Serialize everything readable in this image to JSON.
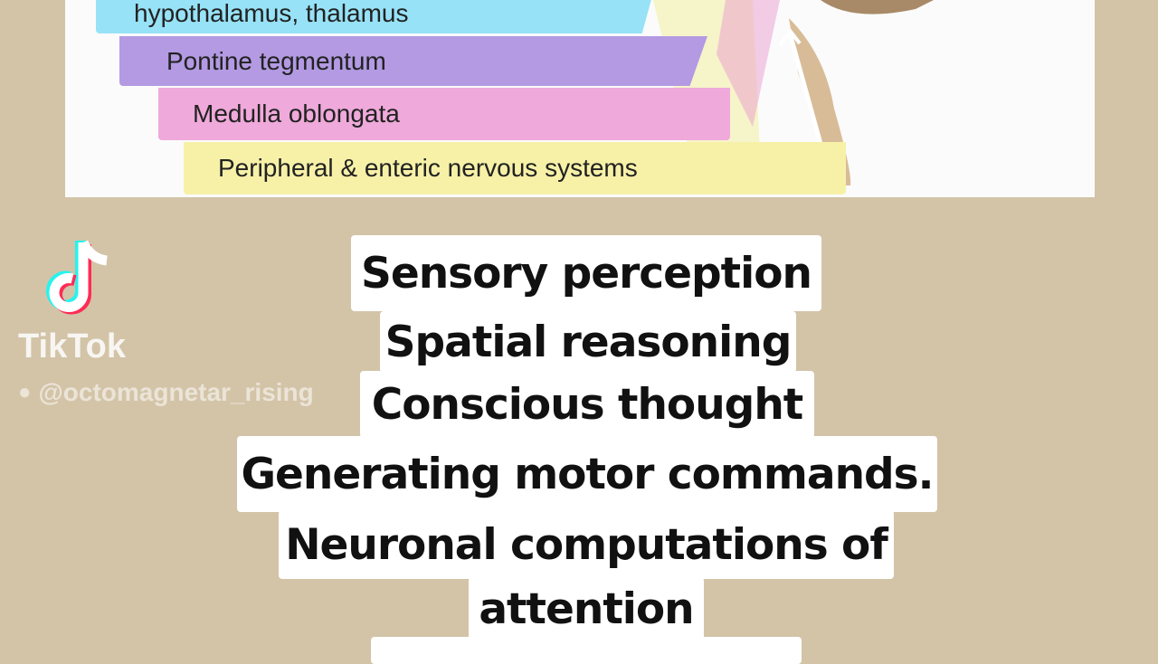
{
  "diagram": {
    "bands": [
      {
        "label": "hypothalamus, thalamus",
        "color": "#97e2f7"
      },
      {
        "label": "Pontine tegmentum",
        "color": "#b39ae3"
      },
      {
        "label": "Medulla oblongata",
        "color": "#efa9da"
      },
      {
        "label": "Peripheral & enteric nervous systems",
        "color": "#f7f1a8"
      }
    ]
  },
  "captions": [
    "Sensory perception",
    "Spatial reasoning",
    "Conscious thought",
    "Generating motor commands.",
    "Neuronal computations of",
    "attention"
  ],
  "watermark": {
    "brand": "TikTok",
    "username": "@octomagnetar_rising",
    "icon": "tiktok-logo",
    "user_icon": "user-icon"
  },
  "colors": {
    "background": "#d3c4a8"
  }
}
